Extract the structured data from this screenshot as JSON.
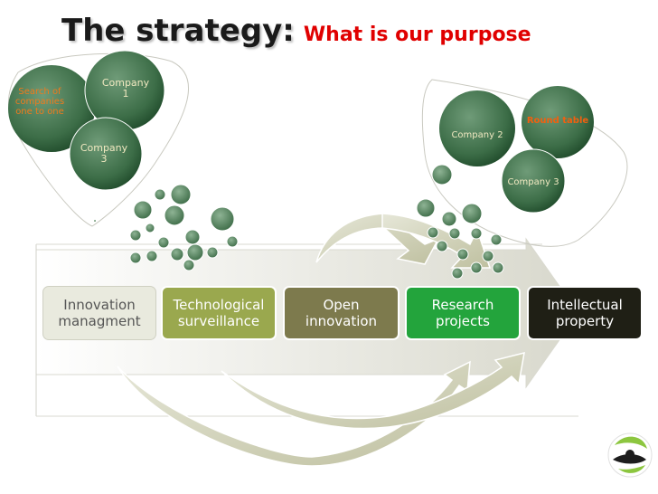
{
  "title": {
    "main": "The strategy:",
    "sub": "What is our purpose"
  },
  "left_cluster": {
    "search_label": "Search of\ncompanies\none to one",
    "company1_label": "Company\n1",
    "company3_label": "Company\n3"
  },
  "right_cluster": {
    "round_table_label": "Round table",
    "company2_label": "Company 2",
    "company3_label": "Company 3"
  },
  "steps": [
    {
      "label": "Innovation\nmanagment",
      "fill": "#e9eade",
      "text_color": "#555555"
    },
    {
      "label": "Technological\nsurveillance",
      "fill": "#9aa84e",
      "text_color": "#ffffff"
    },
    {
      "label": "Open\ninnovation",
      "fill": "#7d7a4d",
      "text_color": "#ffffff"
    },
    {
      "label": "Research\nprojects",
      "fill": "#23a43c",
      "text_color": "#ffffff"
    },
    {
      "label": "Intellectual\nproperty",
      "fill": "#1f1f15",
      "text_color": "#ffffff"
    }
  ],
  "colors": {
    "bubble_dark": "#2e6b3a",
    "bubble_mid": "#4e7d57",
    "bubble_light": "#6d9a73",
    "round_table_text": "#f06010",
    "arrow_fill": "#ddddd0",
    "swoosh_fill": "#d2d3bc"
  },
  "logo": "globe-logo"
}
